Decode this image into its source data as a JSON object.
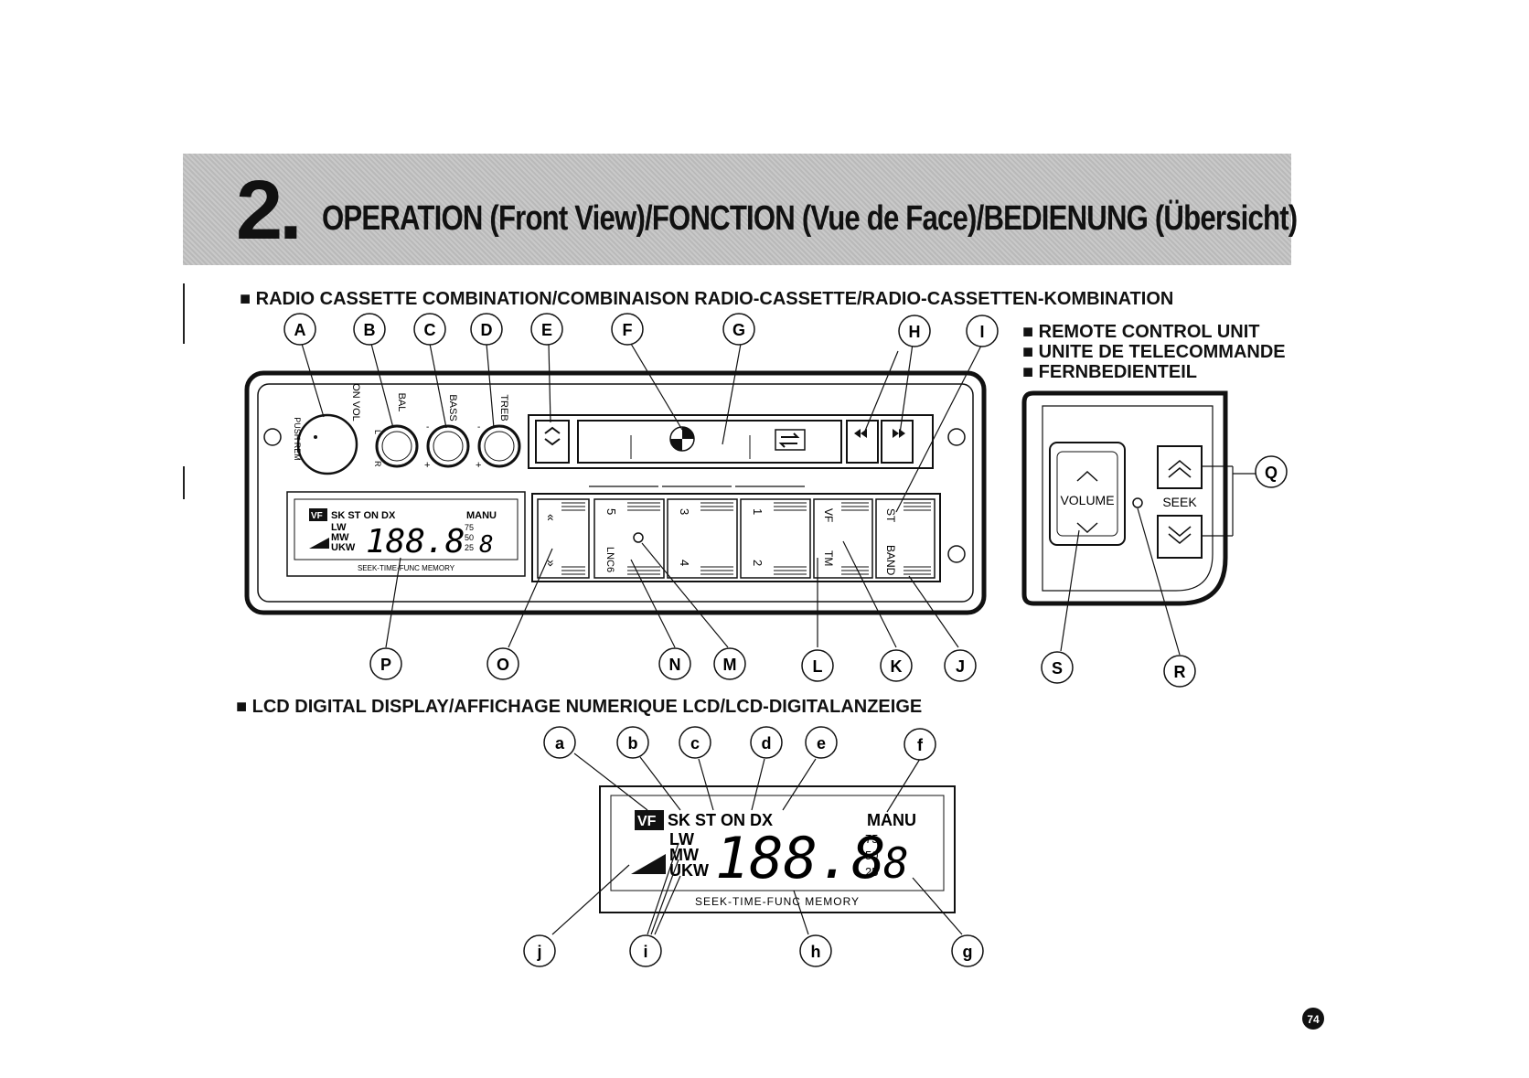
{
  "header": {
    "number": "2.",
    "title": "OPERATION (Front View)/FONCTION (Vue de Face)/BEDIENUNG (Übersicht)"
  },
  "section_radio": "■ RADIO CASSETTE COMBINATION/COMBINAISON RADIO-CASSETTE/RADIO-CASSETTEN-KOMBINATION",
  "remote": {
    "heading_lines": [
      "■ REMOTE CONTROL UNIT",
      "■ UNITE DE TELECOMMANDE",
      "■ FERNBEDIENTEIL"
    ],
    "volume_label": "VOLUME",
    "seek_label": "SEEK"
  },
  "section_lcd": "■ LCD DIGITAL DISPLAY/AFFICHAGE NUMERIQUE LCD/LCD-DIGITALANZEIGE",
  "radio_labels": {
    "push_rem": "PUSH REM",
    "on_vol": "ON VOL",
    "bal": "BAL",
    "bass": "BASS",
    "treb": "TREB",
    "l": "L",
    "r": "R",
    "plus": "+",
    "minus": "-",
    "preset_5": "5",
    "preset_3": "3",
    "preset_1": "1",
    "lnc6": "LNC6",
    "preset_4": "4",
    "preset_2": "2",
    "vf": "VF",
    "tm": "TM",
    "st": "ST",
    "band": "BAND"
  },
  "lcd": {
    "vf": "VF",
    "top_row": "SK ST ON DX",
    "manu": "MANU",
    "bands": [
      "LW",
      "MW",
      "UKW"
    ],
    "digits": "188.8",
    "subnums": [
      "75",
      "50",
      "25"
    ],
    "last_digit": "8",
    "bottom_strip": "SEEK-TIME-FUNC MEMORY"
  },
  "callouts_upper": [
    "A",
    "B",
    "C",
    "D",
    "E",
    "F",
    "G",
    "H",
    "I"
  ],
  "callouts_lower": [
    "P",
    "O",
    "N",
    "M",
    "L",
    "K",
    "J",
    "S",
    "R"
  ],
  "callout_q": "Q",
  "callouts_lcd_top": [
    "a",
    "b",
    "c",
    "d",
    "e",
    "f"
  ],
  "callouts_lcd_bottom": [
    "j",
    "i",
    "h",
    "g"
  ],
  "page_number": "74"
}
